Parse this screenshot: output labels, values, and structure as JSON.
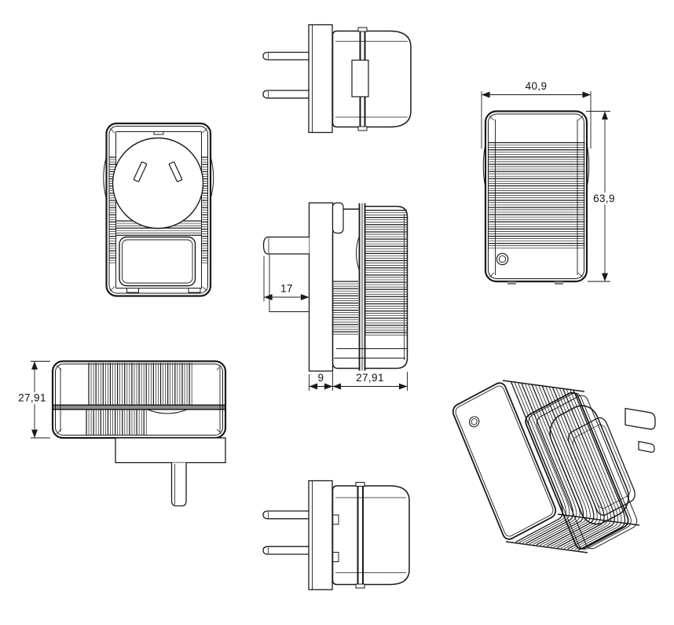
{
  "drawing": {
    "background": "#ffffff",
    "line_color": "#1a1a1a",
    "dimensions": {
      "body_width": "40,9",
      "body_height": "63,9",
      "pin_length": "17",
      "flange_depth": "9",
      "body_depth": "27,91",
      "body_thickness": "27,91"
    }
  }
}
